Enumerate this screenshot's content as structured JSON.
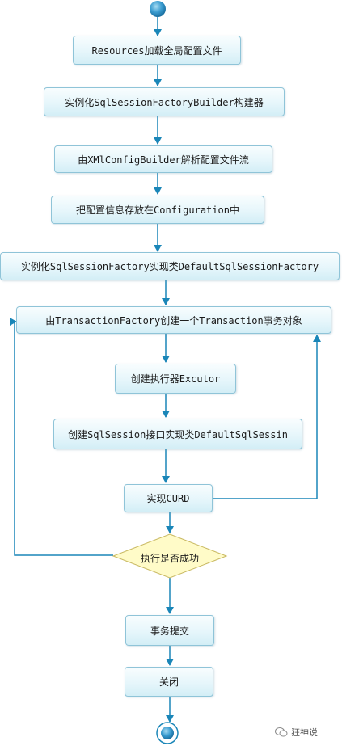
{
  "steps": [
    "Resources加载全局配置文件",
    "实例化SqlSessionFactoryBuilder构建器",
    "由XMlConfigBuilder解析配置文件流",
    "把配置信息存放在Configuration中",
    "实例化SqlSessionFactory实现类DefaultSqlSessionFactory",
    "由TransactionFactory创建一个Transaction事务对象",
    "创建执行器Excutor",
    "创建SqlSession接口实现类DefaultSqlSessin",
    "实现CURD",
    "事务提交",
    "关闭"
  ],
  "decision": "执行是否成功",
  "watermark": "狂神说",
  "colors": {
    "arrow": "#1a86b8",
    "node_border": "#8fc4d8",
    "decision_fill": "#fffbc8",
    "decision_border": "#c8b860",
    "start_node": "#1f7fb3"
  },
  "icons": {
    "start": "start-node-icon",
    "end": "end-node-icon",
    "watermark": "wechat-logo-icon"
  }
}
